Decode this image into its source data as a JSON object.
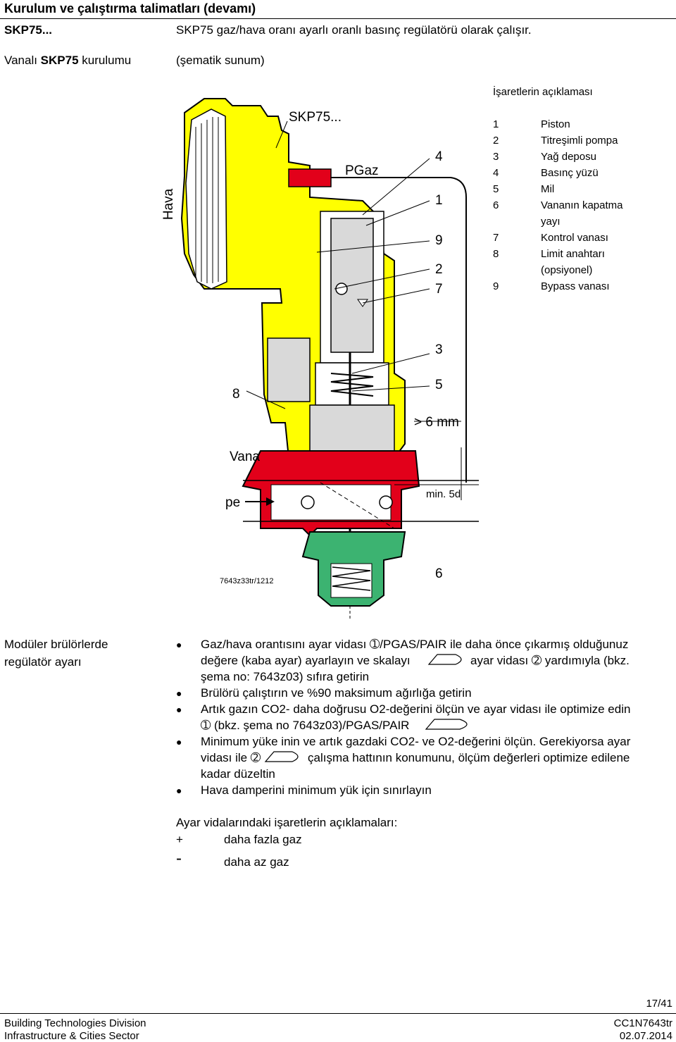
{
  "header": {
    "title": "Kurulum ve çalıştırma talimatları (devamı)",
    "model": "SKP75...",
    "intro": "SKP75 gaz/hava oranı ayarlı oranlı basınç regülatörü olarak çalışır.",
    "section_prefix": "Vanalı ",
    "section_model": "SKP75",
    "section_suffix": " kurulumu",
    "schematic_note": "(şematik sunum)"
  },
  "diagram": {
    "labels": {
      "skp": "SKP75...",
      "hava": "Hava",
      "pgaz": "PGaz",
      "n4": "4",
      "n1": "1",
      "n9": "9",
      "n2": "2",
      "n7": "7",
      "n3": "3",
      "n5": "5",
      "n8": "8",
      "n6": "6",
      "mm": "> 6 mm",
      "vana": "Vana",
      "pe": "pe",
      "min5d": "min. 5d",
      "code": "7643z33tr/1212"
    },
    "colors": {
      "yellow": "#ffff00",
      "red": "#e2001a",
      "green": "#3cb371",
      "grey": "#d9d9d9"
    }
  },
  "legend": {
    "title": "İşaretlerin açıklaması",
    "items": [
      {
        "num": "1",
        "text": "Piston"
      },
      {
        "num": "2",
        "text": "Titreşimli pompa"
      },
      {
        "num": "3",
        "text": "Yağ deposu"
      },
      {
        "num": "4",
        "text": "Basınç yüzü"
      },
      {
        "num": "5",
        "text": "Mil"
      },
      {
        "num": "6",
        "text": "Vananın kapatma"
      },
      {
        "num": "",
        "text": "yayı"
      },
      {
        "num": "7",
        "text": "Kontrol vanası"
      },
      {
        "num": "8",
        "text": "Limit anahtarı"
      },
      {
        "num": "",
        "text": "(opsiyonel)"
      },
      {
        "num": "9",
        "text": "Bypass vanası"
      }
    ]
  },
  "settings": {
    "side_label_1": "Modüler brülörlerde",
    "side_label_2": "regülatör ayarı",
    "lines": [
      "Gaz/hava orantısını ayar vidası ➀/PGAS/PAIR ile daha önce çıkarmış olduğunuz",
      "değere (kaba ayar) ayarlayın ve skalayı",
      "ayar vidası ➁ yardımıyla (bkz.",
      "şema no: 7643z03) sıfıra getirin",
      "Brülörü çalıştırın ve %90 maksimum ağırlığa getirin",
      "Artık gazın CO2- daha doğrusu O2-değerini ölçün ve ayar vidası ile optimize edin",
      "➀ (bkz. şema no 7643z03)/PGAS/PAIR",
      "Minimum yüke inin ve artık gazdaki CO2- ve O2-değerini ölçün. Gerekiyorsa ayar",
      "vidası ile ➁",
      "çalışma hattının konumunu, ölçüm değerleri optimize edilene",
      "kadar düzeltin",
      "Hava damperini minimum yük için sınırlayın"
    ],
    "marks_title": "Ayar vidalarındaki işaretlerin açıklamaları:",
    "plus_sym": "+",
    "plus_text": "daha fazla gaz",
    "minus_sym": "-",
    "minus_text": "daha az gaz"
  },
  "footer": {
    "page": "17/41",
    "left1": "Building Technologies Division",
    "left2": "Infrastructure & Cities Sector",
    "right1": "CC1N7643tr",
    "right2": "02.07.2014"
  }
}
